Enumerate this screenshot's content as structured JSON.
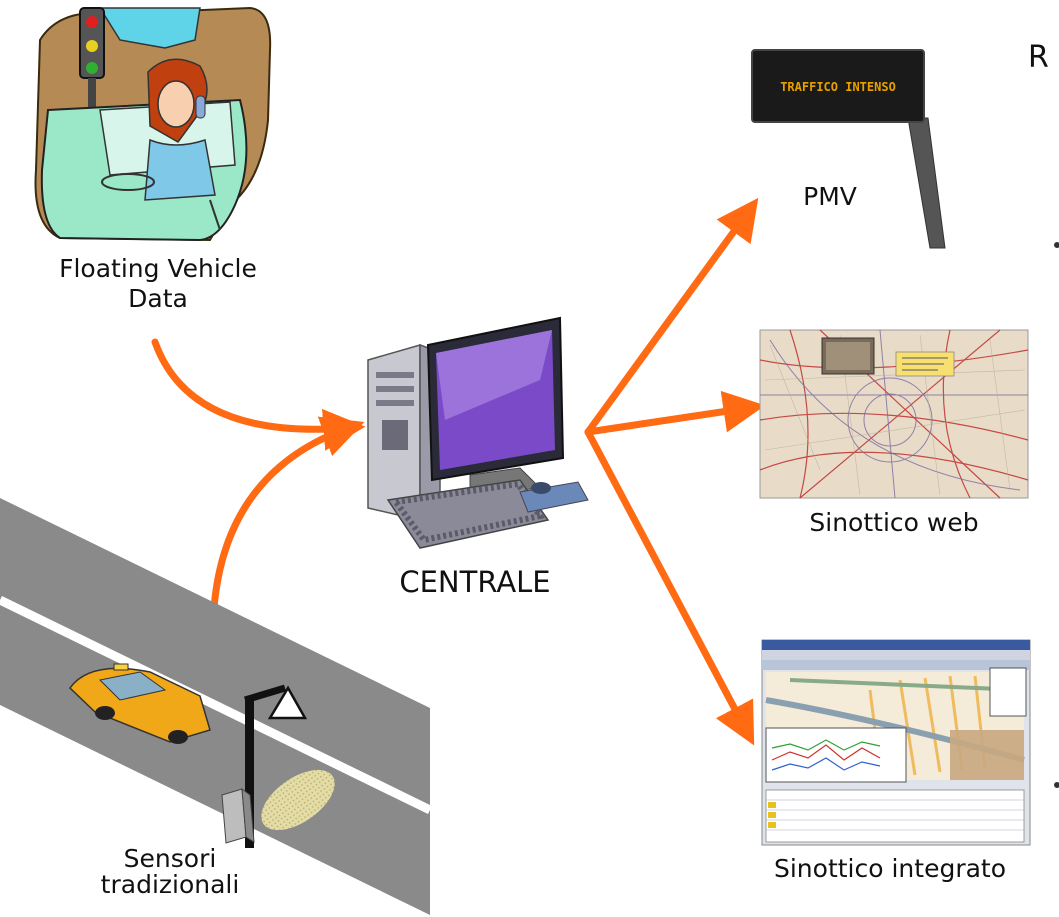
{
  "labels": {
    "fvd_line1": "Floating Vehicle",
    "fvd_line2": "Data",
    "central": "CENTRALE",
    "pmv": "PMV",
    "vms_text": "TRAFFICO INTENSO",
    "web": "Sinottico web",
    "integrated": "Sinottico integrato",
    "sensors_line1": "Sensori",
    "sensors_line2": "tradizionali",
    "edge_letter": "R"
  },
  "colors": {
    "arrow": "#ff6a13",
    "road": "#8a8a8a",
    "vms_text": "#e8a000"
  }
}
